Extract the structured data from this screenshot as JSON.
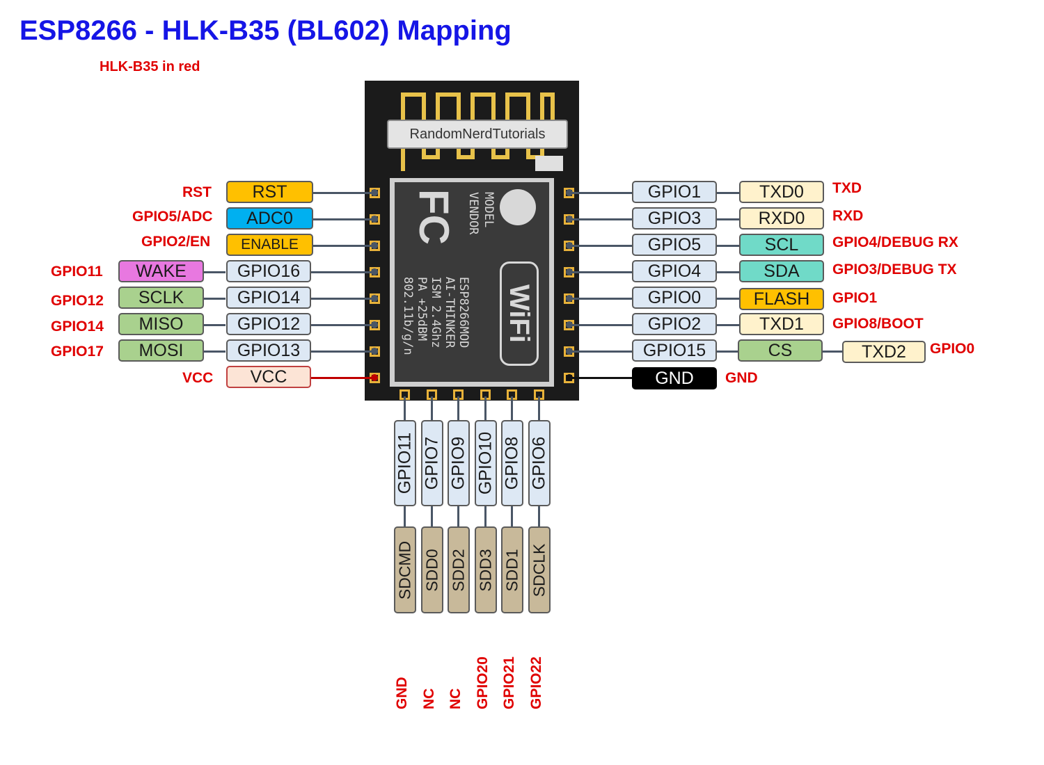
{
  "title": "ESP8266 - HLK-B35 (BL602) Mapping",
  "subtitle": "HLK-B35 in red",
  "colors": {
    "title": "#1515e6",
    "hlk_label": "#e00000",
    "gpio_box": "#dde8f4",
    "green_box": "#a9d18e",
    "orange_box": "#ffc000",
    "blue_box": "#00b0f0",
    "magenta_box": "#e878e0",
    "teal_box": "#70dac8",
    "cream_box": "#fff2cc",
    "vcc_box": "#fce4d6",
    "gnd_box": "#000000",
    "sd_box": "#c8b99a"
  },
  "module": {
    "brand": "RandomNerdTutorials",
    "markings": [
      "MODEL",
      "VENDOR",
      "ESP8266MOD",
      "AI-THINKER",
      "ISM    2.4Ghz",
      "PA     +25dBM",
      "802.11b/g/n"
    ],
    "fc_logo": "FC",
    "wifi_logo": "WiFi"
  },
  "left_pins": [
    {
      "hlk": "RST",
      "primary": "RST"
    },
    {
      "hlk": "GPIO5/ADC",
      "primary": "ADC0"
    },
    {
      "hlk": "GPIO2/EN",
      "primary": "ENABLE"
    },
    {
      "hlk": "GPIO11",
      "func": "WAKE",
      "gpio": "GPIO16"
    },
    {
      "hlk": "GPIO12",
      "func": "SCLK",
      "gpio": "GPIO14"
    },
    {
      "hlk": "GPIO14",
      "func": "MISO",
      "gpio": "GPIO12"
    },
    {
      "hlk": "GPIO17",
      "func": "MOSI",
      "gpio": "GPIO13"
    },
    {
      "hlk": "VCC",
      "primary": "VCC"
    }
  ],
  "right_pins": [
    {
      "gpio": "GPIO1",
      "func": "TXD0",
      "hlk": "TXD"
    },
    {
      "gpio": "GPIO3",
      "func": "RXD0",
      "hlk": "RXD"
    },
    {
      "gpio": "GPIO5",
      "func": "SCL",
      "hlk": "GPIO4/DEBUG RX"
    },
    {
      "gpio": "GPIO4",
      "func": "SDA",
      "hlk": "GPIO3/DEBUG TX"
    },
    {
      "gpio": "GPIO0",
      "func": "FLASH",
      "hlk": "GPIO1"
    },
    {
      "gpio": "GPIO2",
      "func": "TXD1",
      "hlk": "GPIO8/BOOT"
    },
    {
      "gpio": "GPIO15",
      "func": "CS",
      "func2": "TXD2",
      "hlk": "GPIO0"
    },
    {
      "gpio": "GND",
      "hlk": "GND"
    }
  ],
  "bottom_pins": [
    {
      "gpio": "GPIO11",
      "sd": "SDCMD",
      "hlk": "GND"
    },
    {
      "gpio": "GPIO7",
      "sd": "SDD0",
      "hlk": "NC"
    },
    {
      "gpio": "GPIO9",
      "sd": "SDD2",
      "hlk": "NC"
    },
    {
      "gpio": "GPIO10",
      "sd": "SDD3",
      "hlk": "GPIO20"
    },
    {
      "gpio": "GPIO8",
      "sd": "SDD1",
      "hlk": "GPIO21"
    },
    {
      "gpio": "GPIO6",
      "sd": "SDCLK",
      "hlk": "GPIO22"
    }
  ]
}
